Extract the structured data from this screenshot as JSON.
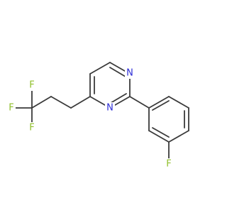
{
  "molecule": {
    "atoms": {
      "n1": {
        "label": "N",
        "color": "#2c2cd6"
      },
      "n3": {
        "label": "N",
        "color": "#2c2cd6"
      },
      "f_aryl": {
        "label": "F",
        "color": "#8fbf2a"
      },
      "f_top": {
        "label": "F",
        "color": "#8fbf2a"
      },
      "f_left": {
        "label": "F",
        "color": "#8fbf2a"
      },
      "f_bottom": {
        "label": "F",
        "color": "#8fbf2a"
      }
    }
  }
}
